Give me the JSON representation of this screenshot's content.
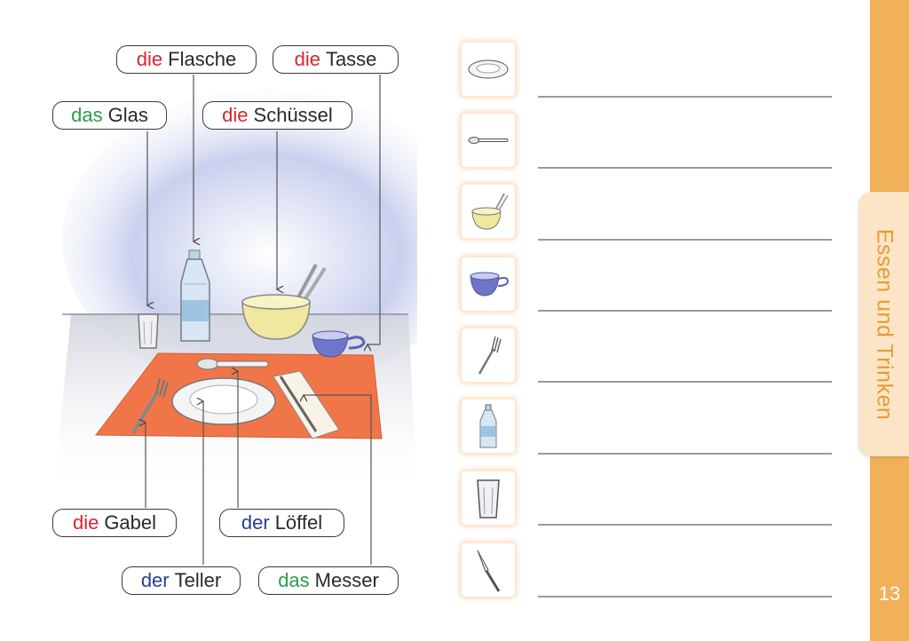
{
  "labels": [
    {
      "id": "flasche",
      "article": "die",
      "noun": "Flasche"
    },
    {
      "id": "tasse",
      "article": "die",
      "noun": "Tasse"
    },
    {
      "id": "glas",
      "article": "das",
      "noun": "Glas"
    },
    {
      "id": "schuessel",
      "article": "die",
      "noun": "Schüssel"
    },
    {
      "id": "gabel",
      "article": "die",
      "noun": "Gabel"
    },
    {
      "id": "loeffel",
      "article": "der",
      "noun": "Löffel"
    },
    {
      "id": "teller",
      "article": "der",
      "noun": "Teller"
    },
    {
      "id": "messer",
      "article": "das",
      "noun": "Messer"
    }
  ],
  "worksheet": {
    "thumbnails": [
      "plate-icon",
      "spoon-icon",
      "bowl-icon",
      "cup-icon",
      "fork-icon",
      "bottle-icon",
      "glass-icon",
      "knife-icon"
    ]
  },
  "sidebar": {
    "chapter_title": "Essen und Trinken",
    "page_number": "13"
  },
  "colors": {
    "die": "#d8262e",
    "das": "#2e9d47",
    "der": "#27418f",
    "sidebar": "#f0b158"
  }
}
